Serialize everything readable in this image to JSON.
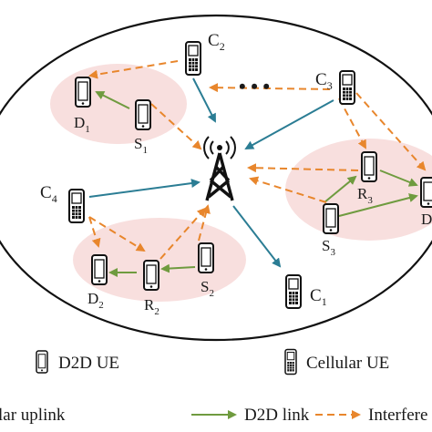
{
  "nodes": {
    "c1": {
      "main": "C",
      "sub": "1"
    },
    "c2": {
      "main": "C",
      "sub": "2"
    },
    "c3": {
      "main": "C",
      "sub": "3"
    },
    "c4": {
      "main": "C",
      "sub": "4"
    },
    "d1": {
      "main": "D",
      "sub": "1"
    },
    "d2": {
      "main": "D",
      "sub": "2"
    },
    "s1": {
      "main": "S",
      "sub": "1"
    },
    "s2": {
      "main": "S",
      "sub": "2"
    },
    "s3": {
      "main": "S",
      "sub": "3"
    },
    "r2": {
      "main": "R",
      "sub": "2"
    },
    "r3": {
      "main": "R",
      "sub": "3"
    },
    "d3_partial": {
      "main": "D",
      "sub": ""
    }
  },
  "ellipsis": "• • •",
  "legend": {
    "d2d_ue": "D2D UE",
    "cellular_ue": "Cellular UE",
    "cellular_uplink": "lar uplink",
    "d2d_link": "D2D link",
    "interference": "Interfere"
  },
  "colors": {
    "cellular_uplink": "#2b7d94",
    "d2d_link": "#6f9b3f",
    "interference": "#e8862c",
    "cluster_fill": "#f7d9d8",
    "ellipse_stroke": "#111111"
  }
}
